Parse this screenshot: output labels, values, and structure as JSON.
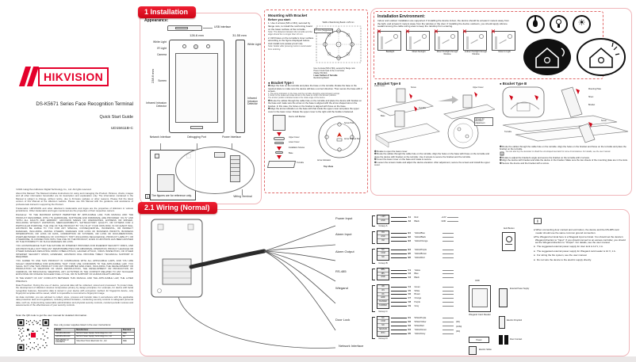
{
  "brand": {
    "logo_text": "HIKVISION",
    "accent_red": "#e4002b"
  },
  "cover": {
    "title": "DS-K5671 Series Face Recognition Terminal",
    "subtitle": "Quick Start Guide",
    "doc_no": "UD15611B-C",
    "scan_hint": "Scan the QR code to get the user manual for detailed information.",
    "legal": [
      "©2021 Hangzhou Hikvision Digital Technology Co., Ltd. All rights reserved.",
      "About this Manual: The Manual includes instructions for using and managing the Product. Pictures, charts, images and all other information hereinafter are for description and explanation only. The information contained in the Manual is subject to change, without notice, due to firmware updates or other reasons. Please find the latest version of this Manual at the Hikvision website. Please use this Manual with the guidance and assistance of professionals trained in supporting the Product.",
      "Trademarks: HIKVISION and other Hikvision's trademarks and logos are the properties of Hikvision in various jurisdictions. Other trademarks and logos mentioned are the properties of their respective owners.",
      "Disclaimer: TO THE MAXIMUM EXTENT PERMITTED BY APPLICABLE LAW, THIS MANUAL AND THE PRODUCT DESCRIBED, WITH ITS HARDWARE, SOFTWARE AND FIRMWARE, ARE PROVIDED \"AS IS\" AND \"WITH ALL FAULTS AND ERRORS\". HIKVISION MAKES NO WARRANTIES, EXPRESS OR IMPLIED, INCLUDING WITHOUT LIMITATION, MERCHANTABILITY, SATISFACTORY QUALITY, OR FITNESS FOR A PARTICULAR PURPOSE. THE USE OF THE PRODUCT BY YOU IS AT YOUR OWN RISK. IN NO EVENT WILL HIKVISION BE LIABLE TO YOU FOR ANY SPECIAL, CONSEQUENTIAL, INCIDENTAL, OR INDIRECT DAMAGES, INCLUDING, AMONG OTHERS, DAMAGES FOR LOSS OF BUSINESS PROFITS, BUSINESS INTERRUPTION, OR LOSS OF DATA, CORRUPTION OF SYSTEMS, OR LOSS OF DOCUMENTATION, WHETHER BASED ON BREACH OF CONTRACT, TORT (INCLUDING NEGLIGENCE), PRODUCT LIABILITY, OR OTHERWISE, IN CONNECTION WITH THE USE OF THE PRODUCT, EVEN IF HIKVISION HAS BEEN ADVISED OF THE POSSIBILITY OF SUCH DAMAGES OR LOSS.",
      "YOU ACKNOWLEDGE THAT THE NATURE OF INTERNET PROVIDES FOR INHERENT SECURITY RISKS, AND HIKVISION SHALL NOT TAKE ANY RESPONSIBILITIES FOR ABNORMAL OPERATION, PRIVACY LEAKAGE OR OTHER DAMAGES RESULTING FROM CYBER-ATTACK, HACKER ATTACK, VIRUS INSPECTION, OR OTHER INTERNET SECURITY RISKS; HOWEVER, HIKVISION WILL PROVIDE TIMELY TECHNICAL SUPPORT IF REQUIRED.",
      "YOU AGREE TO USE THIS PRODUCT IN COMPLIANCE WITH ALL APPLICABLE LAWS, AND YOU ARE SOLELY RESPONSIBLE FOR ENSURING THAT YOUR USE CONFORMS TO THE APPLICABLE LAW. YOU SHALL NOT USE THIS PRODUCT FOR ANY PROHIBITED END-USES, INCLUDING THE DEVELOPMENT OR PRODUCTION OF WEAPONS OF MASS DESTRUCTION, THE DEVELOPMENT OR PRODUCTION OF CHEMICAL OR BIOLOGICAL WEAPONS, ANY ACTIVITIES IN THE CONTEXT RELATED TO ANY NUCLEAR EXPLOSIVE OR UNSAFE NUCLEAR FUEL-CYCLE, OR IN SUPPORT OF HUMAN RIGHTS ABUSES.",
      "IN THE EVENT OF ANY CONFLICTS BETWEEN THIS MANUAL AND THE APPLICABLE LAW, THE LATER PREVAILS.",
      "Data Protection: During the use of device, personal data will be collected, stored and processed. To protect data, the development of Hikvision devices incorporates privacy by design principles. For example, for device with facial recognition features, biometrics data is stored in your device with encryption method; for fingerprint device, only fingerprint template will be saved, which is impossible to reconstruct a fingerprint image.",
      "As data controller, you are advised to collect, store, process and transfer data in accordance with the applicable data protection laws and regulations, including without limitation, conducting security controls to safeguard personal data, such as, implementing reasonable administrative and physical security controls, conduct periodic reviews and assessments of the effectiveness of your security controls."
    ],
    "psu": {
      "caption": "Use only power supplies listed in the user instructions:",
      "headers": [
        "Model",
        "Manufacturer",
        "Standard"
      ],
      "rows": [
        {
          "model": "G0818S-060-040",
          "manufacturer": "MOSO Power Supply Technology Co., Ltd",
          "standard": "CEE"
        },
        {
          "model": "G0818S-060-040",
          "manufacturer": "MOSO Power Supply Technology Co., Ltd",
          "standard": "BS"
        },
        {
          "model": "ADS-26FSG-12 12024EPG",
          "manufacturer": "Shenzhen Honor Electronic Co., Ltd",
          "standard": "CEE"
        }
      ]
    }
  },
  "installation": {
    "banner": "1 Installation",
    "appearance": {
      "heading": "Appearance:",
      "usb": "USB Interface",
      "width": "126.6 mm",
      "depth": "31.55 mm",
      "height": "238.6 mm",
      "left_labels": [
        "White Light",
        "IR Light",
        "Camera",
        "Screen",
        "Infrared Intrusion Detector"
      ],
      "right_labels": [
        "White Light",
        "Infrared Intrusion Detector"
      ],
      "bottom_labels": [
        "Network Interface",
        "Debugging Port",
        "Power Interface"
      ],
      "wiring_terminal": "Wiring Terminal",
      "indicator": "Indicator",
      "note": "The figures are for reference only."
    },
    "mounting": {
      "heading": "Mounting with Bracket",
      "before": "Before you start:",
      "steps": [
        "1. Use 4 screws (M3 or M4), secured by flange nuts, to install the reinforcing board on the lower surface of the turnstile.",
        "2. Drill holes on the turnstile's inner surface according to the figure displayed below. And install nuts (water-proof nut)."
      ],
      "notes": [
        "Note: The distance between the turnstile and the edge should be no longer than 10 mm.",
        "Note: Solder after pressing rivets to avoid water from entering."
      ],
      "diagram": {
        "board_width": "Width of Reinforcing Board ≤ 125 mm",
        "suggested": "1.5 mm (Suggested)",
        "edge_note": "The distance between the turnstile and the board edge should be no longer than 10 mm",
        "screws_note": "Use 4 screws (M3 or M4), secured by flange nuts",
        "rivets_note": "Press 4 stud rivets in the 4 nut holes",
        "model_note": "(Model: BC-M4)",
        "surface": "Lower Surface of Turnstile",
        "board": "Reinforcing Board"
      }
    },
    "environment": {
      "heading": "Installation Environment:",
      "body": "Indoor and outdoor installation are supported. If installing the device indoor, the device should be at least 2 meters away from the light, and at least 3 meters away from the window or the door. If installing the device outdoors, you should apply silicone sealant among the cable wiring area to keep the raindrop from entering.",
      "avoid": [
        "Backlight",
        "Direct Sunlight",
        "Direct Sunlight through Window",
        "Indirect Sunlight through Window",
        "Close to Light"
      ]
    },
    "bracket1": {
      "heading": "● Bracket Type I",
      "steps": [
        "❶ Align the hole on the turnstile and place the base on the turnstile. Rotate the base to the required place to make sure the device will face a correct direction. Then secure the base with 2 screws.",
        "❷ Route the cables through the cable hole on the turnstile and place the device with bracket on the base and make sure the arrow on the base is aligned with the arrow shaped slot on the bracket. In this case, the holes on the bracket is aligned with those on the base.",
        "❸ Align the arrow indication on the base with that inside the upper cover and place the upper cover in the lower cover. Rotate the upper cover to the right until the buckle is fastened."
      ],
      "notes": [
        "1. The arrow indication on the base and the turnstile should be approximately vertical.",
        "2. Refer to the scales and scale arrow on the base to confirm the arrows' position.",
        "The arrows' position indicated scale is the rotate angle of the device."
      ],
      "labels": {
        "device": "Device with Bracket",
        "upper": "Upper Cover",
        "lower": "Lower Cover",
        "screws": "Installation Screws",
        "base": "Base",
        "turnstile": "Turnstile",
        "screw_hole": "Screw Hole",
        "slot": "Arrow Shaped Slot",
        "arrow": "Arrow Indication",
        "top_view": "Top View"
      }
    },
    "bracket2": {
      "heading": "● Bracket Type II",
      "steps": [
        "❶ Rotate to open the lower cover.",
        "❷ Route the cables through the cable hole on the turnstile. Align the holes on the base with those on the turnstile and place the device with bracket on the turnstile. Use 4 screws to secure the bracket and the turnstile.",
        "❸ Cover the lower cover on the base and rotate to secure.",
        "❹ Loosen the screws inside and adjust the device elevation. After adjustment, secure the screws and install the upper cover."
      ],
      "labels": {
        "lower": "Lower Cover",
        "screw": "Screw",
        "base": "Base",
        "turnstile": "Turnstile",
        "upper": "Upper Cover",
        "elevation": "Screws for Elevation Adjustment"
      }
    },
    "bracket3": {
      "heading": "● Bracket Type III",
      "steps": [
        "❶ Route the cables through the cable hole on the turnstile. Align the holes on the bracket and those on the turnstile and place the bracket on the turnstile.",
        "❷ Rotate to adjust the bracket's angle and secure the bracket on the turnstile with 2 screws.",
        "❸ Align the device with bracket and slide the device in the bracket. Make sure the two sheets of the mounting plate are in the slots.",
        "❹ Secure the device and the bracket with a screw."
      ],
      "note": "You can also buy the decorator to shield the unit-shaped decorator for some circumstances. For details, see the user manual.",
      "labels": {
        "plate": "Mounting Plate",
        "sheet": "Sheet",
        "bracket": "Bracket",
        "screw": "Screw",
        "turnstile": "Turnstile"
      }
    }
  },
  "wiring": {
    "banner": "2.1 Wiring (Normal)",
    "network": "Network Interface",
    "groups": [
      {
        "name": "Power Input",
        "group": "Group A",
        "pins": [
          "+12V",
          "GND"
        ],
        "wires": [
          {
            "id": "A1",
            "color": "Red",
            "signal": "+12V"
          },
          {
            "id": "A2",
            "color": "Black",
            "signal": "GND"
          }
        ]
      },
      {
        "name": "Alarm Input",
        "group": "",
        "pins": [
          "IN1",
          "GND",
          "IN2"
        ],
        "wires": [
          {
            "id": "B1",
            "color": "Yellow/Blue"
          },
          {
            "id": "B2",
            "color": "Yellow/Black"
          },
          {
            "id": "B3",
            "color": "Yellow/Orange"
          }
        ]
      },
      {
        "name": "Alarm Output",
        "group": "Group B",
        "pins": [
          "NC",
          "COM",
          "NO"
        ],
        "wires": [
          {
            "id": "B4",
            "color": "Yellow/Purple"
          },
          {
            "id": "B5",
            "color": "Yellow/Brown"
          },
          {
            "id": "B6",
            "color": "Yellow/Red"
          }
        ]
      },
      {
        "name": "RS-485",
        "group": "",
        "pins": [
          "485+",
          "485-",
          "GND"
        ],
        "wires": [
          {
            "id": "C1",
            "color": "Yellow"
          },
          {
            "id": "C2",
            "color": "Blue"
          },
          {
            "id": "C3",
            "color": "Black"
          }
        ]
      },
      {
        "name": "Wiegand",
        "group": "Group C",
        "pins": [
          "W0",
          "W1",
          "OK",
          "ERR",
          "BUZZER",
          "TAMPER"
        ],
        "wires": [
          {
            "id": "C4",
            "color": "Green"
          },
          {
            "id": "C5",
            "color": "White"
          },
          {
            "id": "C6",
            "color": "Brown"
          },
          {
            "id": "C7",
            "color": "Orange"
          },
          {
            "id": "C8",
            "color": "Purple"
          },
          {
            "id": "C9",
            "color": "Gray"
          }
        ]
      },
      {
        "name": "Door Lock",
        "group": "Group D",
        "pins": [
          "NC",
          "COM",
          "NO",
          "SENSOR",
          "BTN"
        ],
        "wires": [
          {
            "id": "D1",
            "color": "White/Purple"
          },
          {
            "id": "D2",
            "color": "White/Yellow"
          },
          {
            "id": "D3",
            "color": "White/Red"
          },
          {
            "id": "D4",
            "color": "Yellow/Green"
          },
          {
            "id": "D5",
            "color": "Yellow/Gray"
          }
        ]
      }
    ],
    "devices": {
      "exit_button": "Exit Button",
      "gnd": "GND",
      "card_reader": "Wiegand Card Reader",
      "ext_power": "External Power Supply",
      "nc": "(NC)",
      "com": "(COM)",
      "no": "(NO)",
      "power": "Power",
      "dropbolt": "Electric Dropbolt",
      "door_contact": "Door Contact",
      "strike": "Electric Strike"
    },
    "notes": [
      "When connecting door contact and exit button, the device and the RS-485 card reader should use the same common ground connection.",
      "The Wiegand terminal here is a Wiegand input terminal. You should set the device's Wiegand direction to \"Input\". If you should connect to an access controller, you should set the Wiegand direction to \"Output\". For details, see the user manual.",
      "The suggested external power supply for door lock is 12 V, 1 A.",
      "The suggested external power supply for Wiegand card reader is 12 V, 1 A.",
      "For wiring the fire system, see the user manual.",
      "Do not wire the device to the electric supply directly."
    ]
  }
}
